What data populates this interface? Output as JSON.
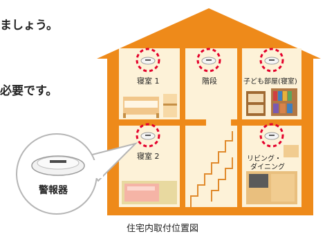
{
  "intro": {
    "line1": "ましょう。",
    "line2": "必要です。"
  },
  "rooms": {
    "bedroom1": "寝室 1",
    "stairs": "階段",
    "kids_room": "子ども部屋(寝室)",
    "bedroom2": "寝室 2",
    "living_line1": "リビング・",
    "living_line2": "ダイニング"
  },
  "detector_label": "警報器",
  "caption": "住宅内取付位置図",
  "colors": {
    "house_orange": "#ee8a1a",
    "room_cream": "#fdf2d8",
    "detector_ring": "#e4002b"
  },
  "icons": [
    "smoke-detector-icon",
    "bed-icon",
    "sofa-icon",
    "bookshelf-icon",
    "kitchen-icon"
  ]
}
